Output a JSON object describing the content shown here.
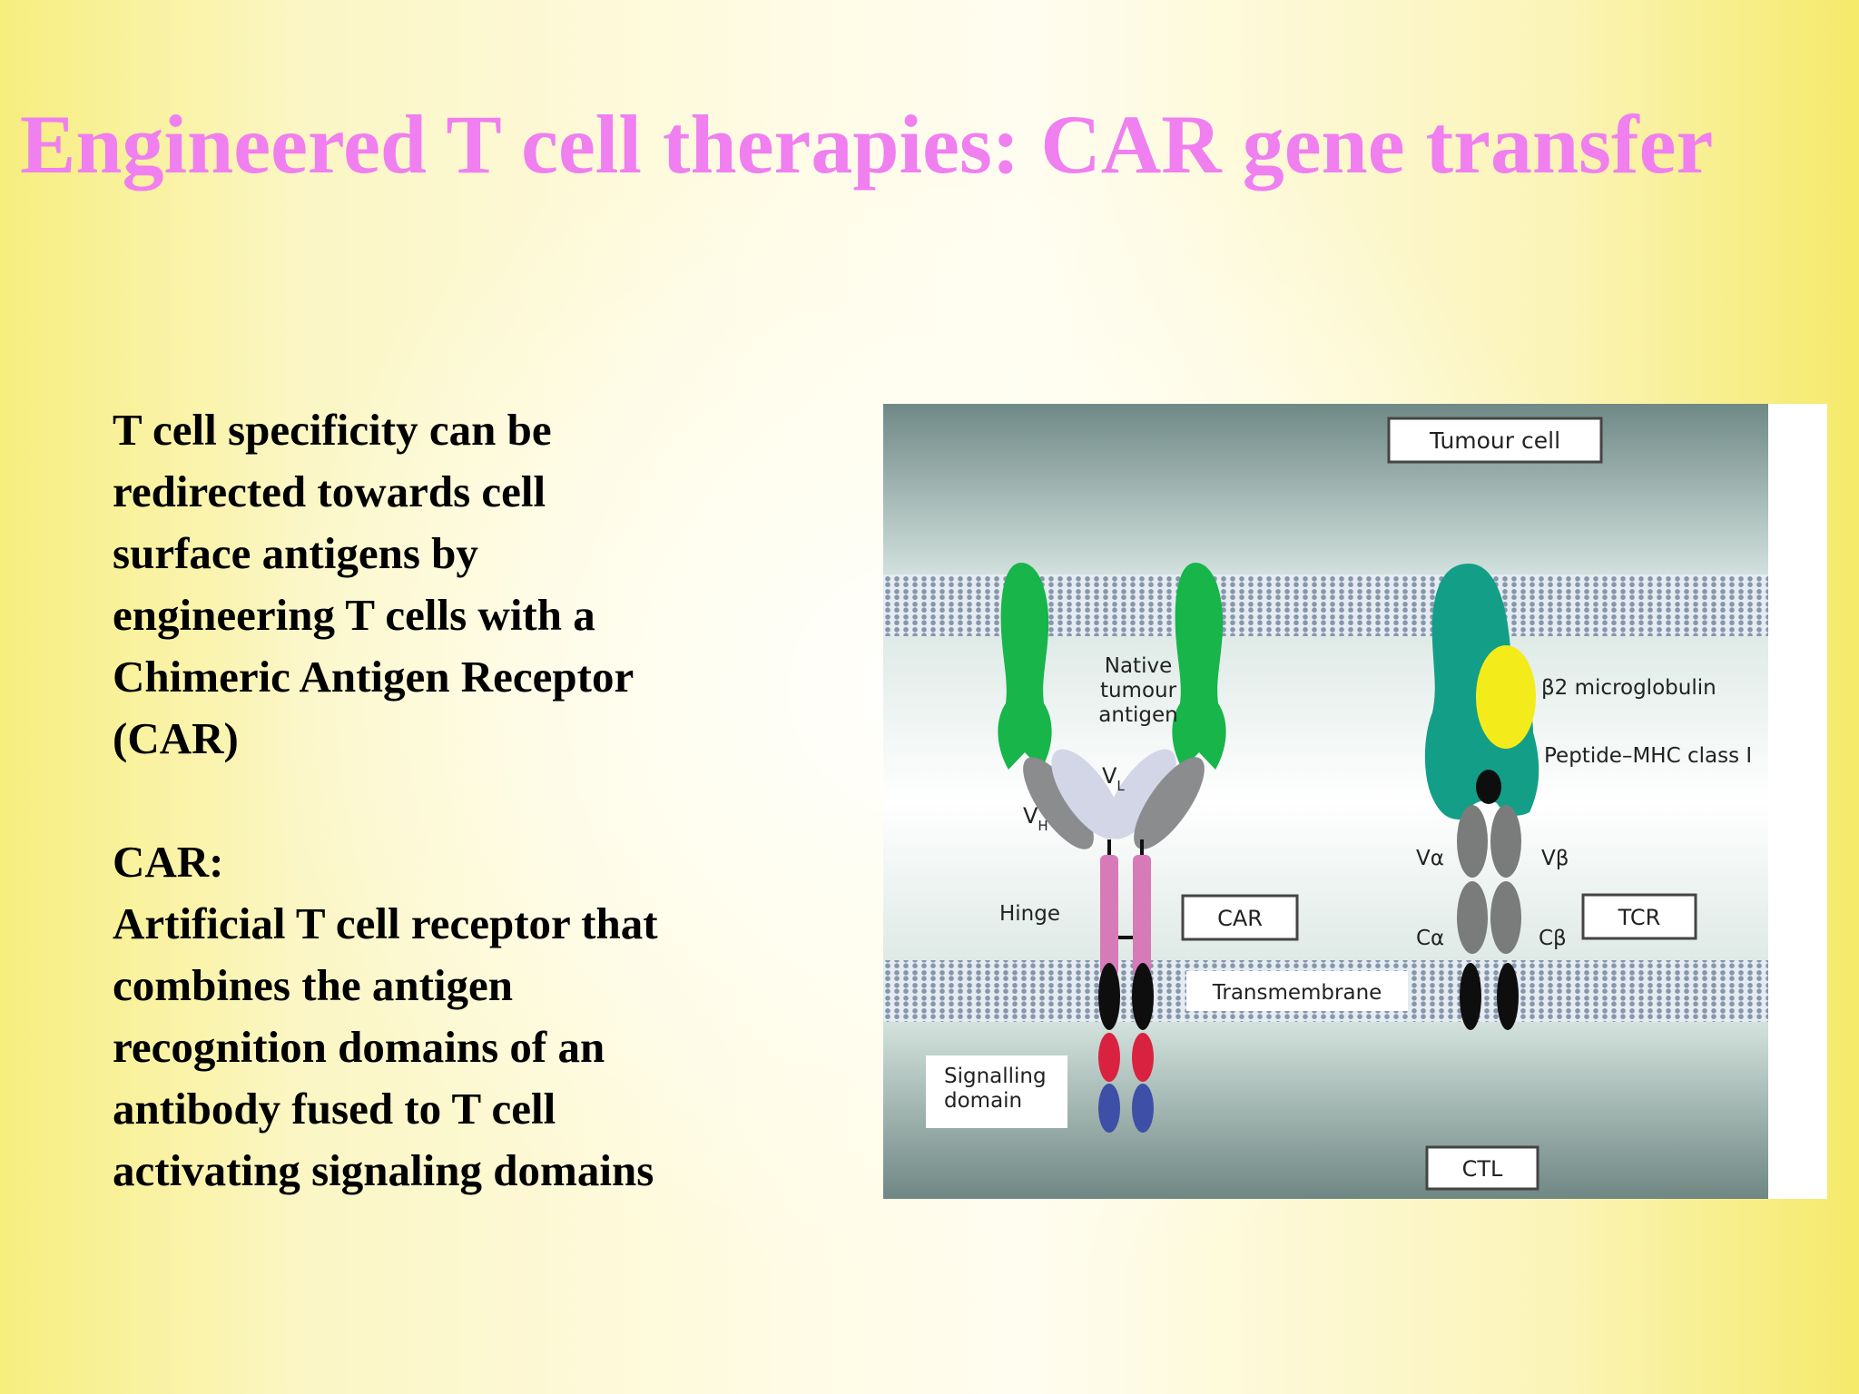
{
  "theme": {
    "title_color": "#f07ff0",
    "text_color": "#000000",
    "tumour_antigen_color": "#17b54a",
    "mhc_color": "#139e87",
    "b2m_color": "#f3ec1a",
    "hinge_color": "#d77ab8",
    "signalling_red": "#d9223f",
    "signalling_blue": "#3d4fa6",
    "membrane_color": "#8fa0b6"
  },
  "slide": {
    "title": "Engineered T cell therapies: CAR gene transfer"
  },
  "body": {
    "intro": "T cell specificity can be redirected towards cell surface antigens by engineering T cells with a Chimeric Antigen Receptor (CAR)",
    "car_heading": "CAR:",
    "car_definition": "Artificial T cell receptor that combines the antigen recognition domains of an antibody fused to T cell activating signaling domains"
  },
  "figure": {
    "tumour_cell_label": "Tumour cell",
    "native_antigen_label": [
      "Native",
      "tumour",
      "antigen"
    ],
    "vl_label": "V",
    "vl_sub": "L",
    "vh_label": "V",
    "vh_sub": "H",
    "hinge_label": "Hinge",
    "car_label": "CAR",
    "transmembrane_label": "Transmembrane",
    "signalling_label": [
      "Signalling",
      "domain"
    ],
    "ctl_label": "CTL",
    "b2m_label": "β2 microglobulin",
    "pmhc_label": "Peptide–MHC class I",
    "valpha_label": "Vα",
    "vbeta_label": "Vβ",
    "calpha_label": "Cα",
    "cbeta_label": "Cβ",
    "tcr_label": "TCR"
  }
}
